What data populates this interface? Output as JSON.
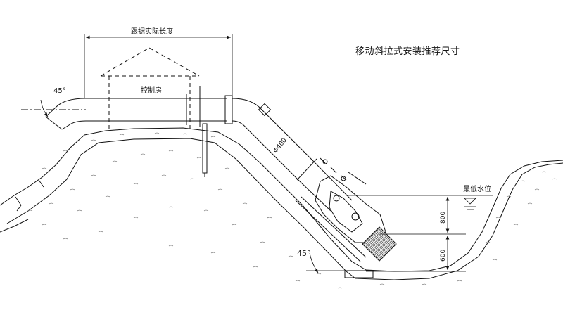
{
  "title": "移动斜拉式安装推荐尺寸",
  "labels": {
    "span_length": "跟据实际长度",
    "control_room": "控制房",
    "angle_top": "45°",
    "angle_bottom": "45°",
    "pipe_diameter": "Φ400",
    "min_water_level": "最低水位",
    "dim_800": "800",
    "dim_600": "600"
  },
  "colors": {
    "line": "#111111",
    "background": "#ffffff"
  }
}
